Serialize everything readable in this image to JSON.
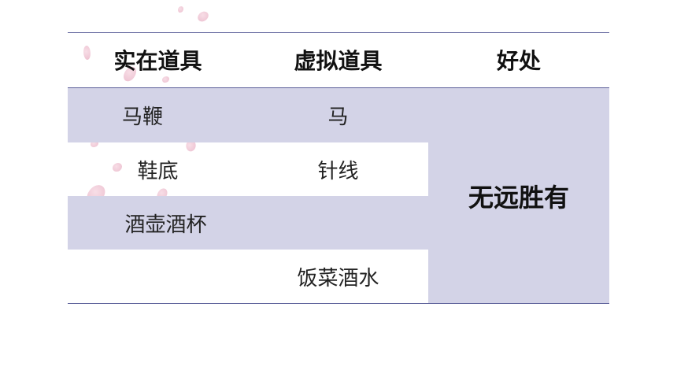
{
  "table": {
    "headers": [
      "实在道具",
      "虚拟道具",
      "好处"
    ],
    "rows": [
      {
        "real": "马鞭",
        "virtual": "马"
      },
      {
        "real": "鞋底",
        "virtual": "针线"
      },
      {
        "real": "酒壶酒杯",
        "virtual": ""
      },
      {
        "real": "",
        "virtual": "饭菜酒水"
      }
    ],
    "benefit": "无远胜有"
  },
  "colors": {
    "band": "#d3d3e7",
    "rule": "#5b5f99"
  }
}
